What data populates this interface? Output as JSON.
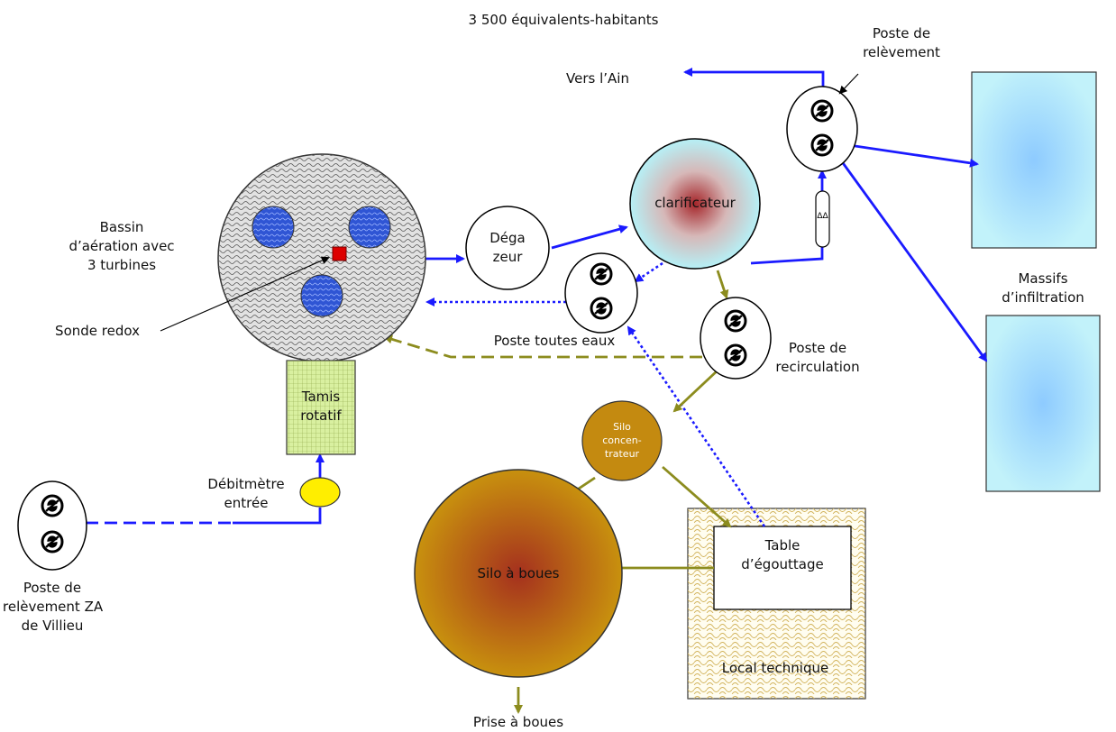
{
  "title": "3 500 équivalents-habitants",
  "labels": {
    "vers_ain": "Vers l’Ain",
    "poste_relevement_top_1": "Poste de",
    "poste_relevement_top_2": "relèvement",
    "clarificateur": "clarificateur",
    "bassin_1": "Bassin",
    "bassin_2": "d’aération avec",
    "bassin_3": "3 turbines",
    "sonde": "Sonde redox",
    "degazeur_1": "Déga",
    "degazeur_2": "zeur",
    "poste_toutes_eaux": "Poste toutes eaux",
    "poste_recirc_1": "Poste de",
    "poste_recirc_2": "recirculation",
    "massifs_1": "Massifs",
    "massifs_2": "d’infiltration",
    "tamis_1": "Tamis",
    "tamis_2": "rotatif",
    "debitmetre_1": "Débitmètre",
    "debitmetre_2": "entrée",
    "silo_conc_1": "Silo",
    "silo_conc_2": "concen-",
    "silo_conc_3": "trateur",
    "silo_boues": "Silo à boues",
    "table_1": "Table",
    "table_2": "d’égouttage",
    "local": "Local technique",
    "poste_za_1": "Poste de",
    "poste_za_2": "relèvement ZA",
    "poste_za_3": "de Villieu",
    "prise": "Prise à boues"
  },
  "colors": {
    "water": "#1a1aff",
    "sludge": "#8c8c1e",
    "red_marker": "#dd0000",
    "silo": "#c48a10",
    "tamis": "#d9f0a0",
    "massif": "#b8ecf8",
    "meter": "#ffee00"
  },
  "icons": [
    "pump-icon"
  ]
}
